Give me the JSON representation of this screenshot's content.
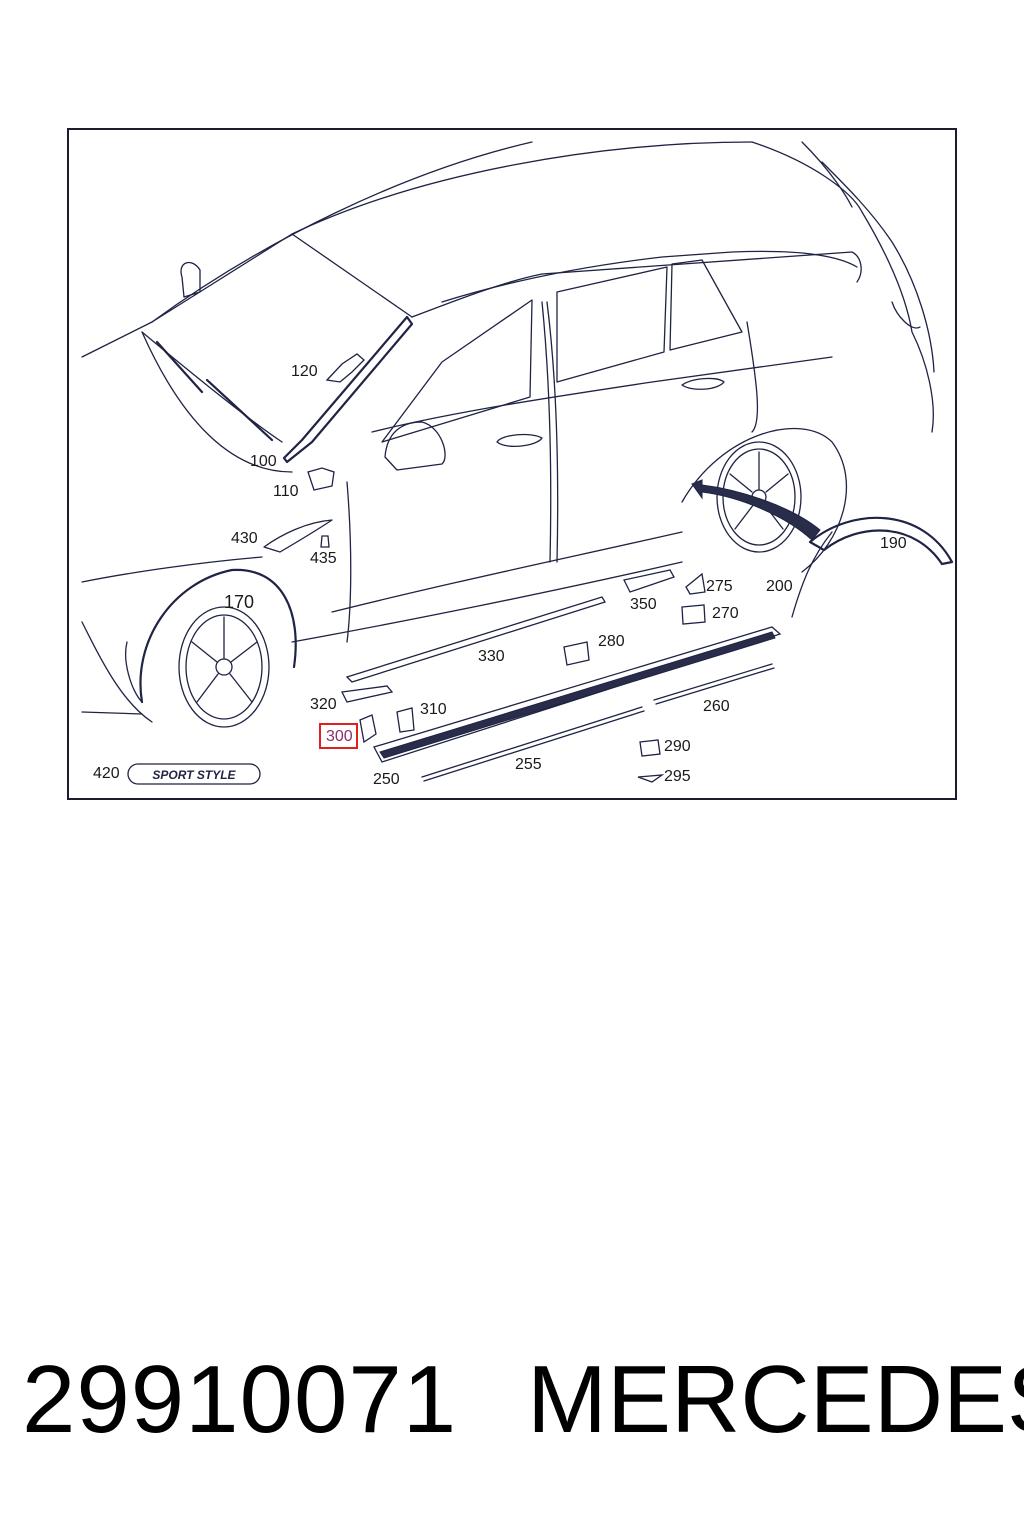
{
  "diagram": {
    "callouts": {
      "c100": "100",
      "c110": "110",
      "c120": "120",
      "c170": "170",
      "c190": "190",
      "c200": "200",
      "c250": "250",
      "c255": "255",
      "c260": "260",
      "c270": "270",
      "c275": "275",
      "c280": "280",
      "c290": "290",
      "c295": "295",
      "c300": "300",
      "c310": "310",
      "c320": "320",
      "c330": "330",
      "c350": "350",
      "c420": "420",
      "c430": "430",
      "c435": "435"
    },
    "highlighted_callout": "300",
    "badge_text": "SPORT STYLE"
  },
  "caption": {
    "part_number": "29910071",
    "brand": "MERCEDES"
  },
  "colors": {
    "line": "#1f2344",
    "highlight_border": "#e02020",
    "highlight_text": "#8a2f6e"
  }
}
